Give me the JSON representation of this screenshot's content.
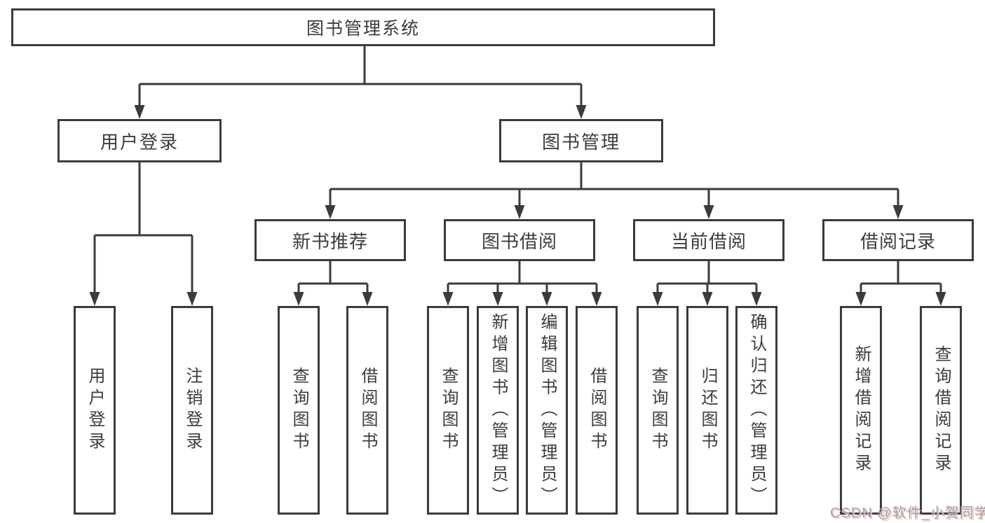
{
  "tree": {
    "root": {
      "label": "图书管理系统"
    },
    "children": [
      {
        "label": "用户登录",
        "children": [
          {
            "label": "用户登录"
          },
          {
            "label": "注销登录"
          }
        ]
      },
      {
        "label": "图书管理",
        "children": [
          {
            "label": "新书推荐",
            "children": [
              {
                "label": "查询图书"
              },
              {
                "label": "借阅图书"
              }
            ]
          },
          {
            "label": "图书借阅",
            "children": [
              {
                "label": "查询图书"
              },
              {
                "label": "新增图书（管理员）"
              },
              {
                "label": "编辑图书（管理员）"
              },
              {
                "label": "借阅图书"
              }
            ]
          },
          {
            "label": "当前借阅",
            "children": [
              {
                "label": "查询图书"
              },
              {
                "label": "归还图书"
              },
              {
                "label": "确认归还（管理员）"
              }
            ]
          },
          {
            "label": "借阅记录",
            "children": [
              {
                "label": "新增借阅记录"
              },
              {
                "label": "查询借阅记录"
              }
            ]
          }
        ]
      }
    ]
  },
  "watermark": {
    "text": "CSDN @软件_小贺同学"
  },
  "colors": {
    "line": "#3b3b3b",
    "box_border": "#3b3b3b",
    "text": "#3c3c3c",
    "background": "#ffffff",
    "watermark_text": "#a2a2a2",
    "watermark_shadow": "#f2c3c3"
  }
}
